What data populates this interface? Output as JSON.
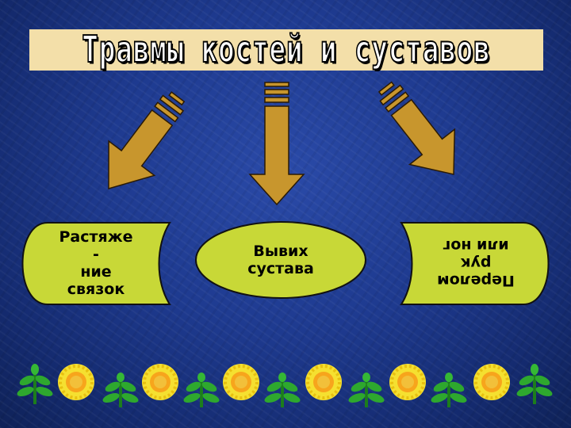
{
  "title": "Травмы костей и суставов",
  "items": {
    "left": [
      "Растяже",
      "-",
      "ние",
      "связок"
    ],
    "middle": [
      "Вывих",
      "сустава"
    ],
    "right": [
      "Перелом",
      "рук",
      "или ног"
    ]
  },
  "colors": {
    "background": "#1e3a8f",
    "title_bg": "#f3dfa9",
    "arrow": "#c8962d",
    "shape_fill": "#c8d837"
  }
}
